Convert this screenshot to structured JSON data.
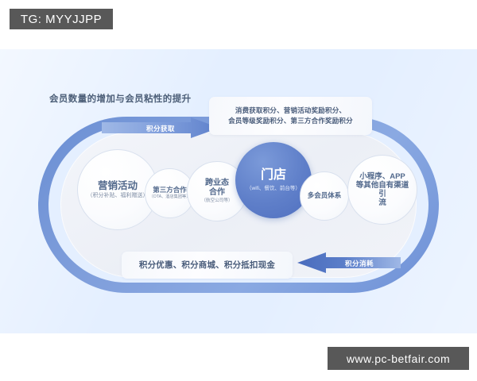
{
  "watermarks": {
    "top_left": "TG: MYYJJPP",
    "bottom_right": "www.pc-betfair.com"
  },
  "diagram": {
    "heading": "会员数量的增加与会员粘性的提升",
    "arrow_top_label": "积分获取",
    "arrow_bottom_label": "积分消耗",
    "box_top_text": "消费获取积分、营销活动奖励积分、\n会员等级奖励积分、第三方合作奖励积分",
    "box_bottom_text": "积分优惠、积分商城、积分抵扣现金",
    "nodes": [
      {
        "id": "marketing",
        "title": "营销活动",
        "sub": "（积分补贴、福利赠送）"
      },
      {
        "id": "third-party",
        "title": "第三方合作",
        "sub": "（OTA、酒店集团等）"
      },
      {
        "id": "cross-sector",
        "title": "跨业态\n合作",
        "sub": "（航空公司等）"
      },
      {
        "id": "store",
        "title": "门店",
        "sub": "（wifi、餐饮、前台等）"
      },
      {
        "id": "multi-member",
        "title": "多会员体系",
        "sub": ""
      },
      {
        "id": "own-channel",
        "title": "小程序、APP\n等其他自有渠道引\n流",
        "sub": ""
      }
    ]
  },
  "colors": {
    "canvas_bg": "#e4efff",
    "ring_blue": "#7f9edb",
    "center_blue": "#5f7fc9",
    "text_blue": "#52698c",
    "watermark_bg": "#585858"
  }
}
